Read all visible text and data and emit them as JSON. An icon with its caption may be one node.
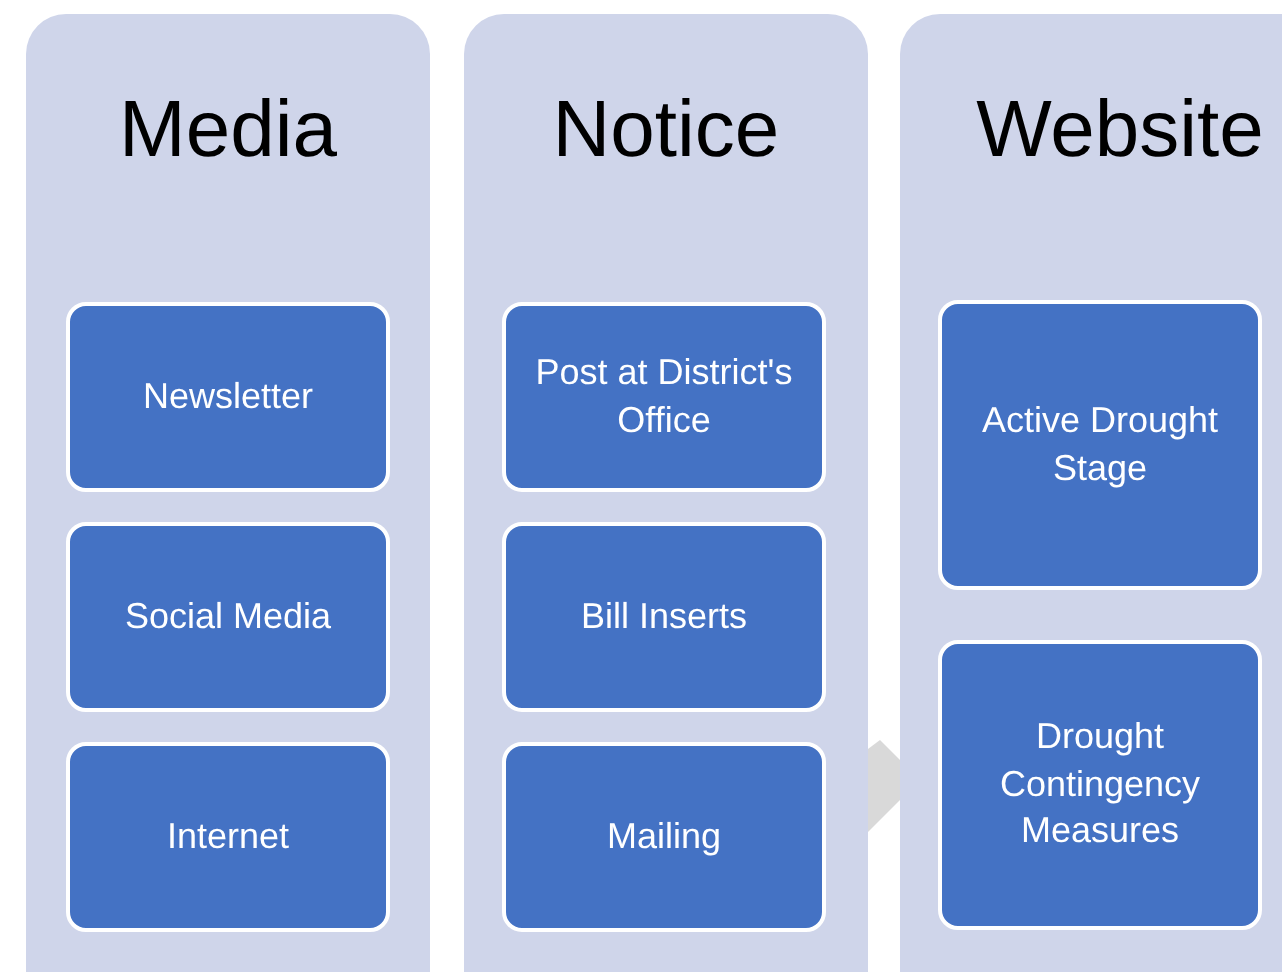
{
  "diagram": {
    "nodes": [
      {
        "text": [
          "Media"
        ]
      },
      {
        "text": [
          "Newsletter"
        ],
        "in": 0
      },
      {
        "text": [
          "Social Media"
        ],
        "in": 0
      },
      {
        "text": [
          "Internet"
        ],
        "in": 0
      },
      {
        "text": [
          "Notice"
        ]
      },
      {
        "text": [
          "Post at District's Office"
        ],
        "in": 4
      },
      {
        "text": [
          "Bill Inserts"
        ],
        "in": 4
      },
      {
        "text": [
          "Mailing"
        ],
        "in": 4
      },
      {
        "text": [
          "Website"
        ]
      },
      {
        "text": [
          "Active Drought Stage"
        ],
        "in": 8
      },
      {
        "text": [
          "Drought Contingency Measures"
        ],
        "in": 8
      }
    ]
  }
}
